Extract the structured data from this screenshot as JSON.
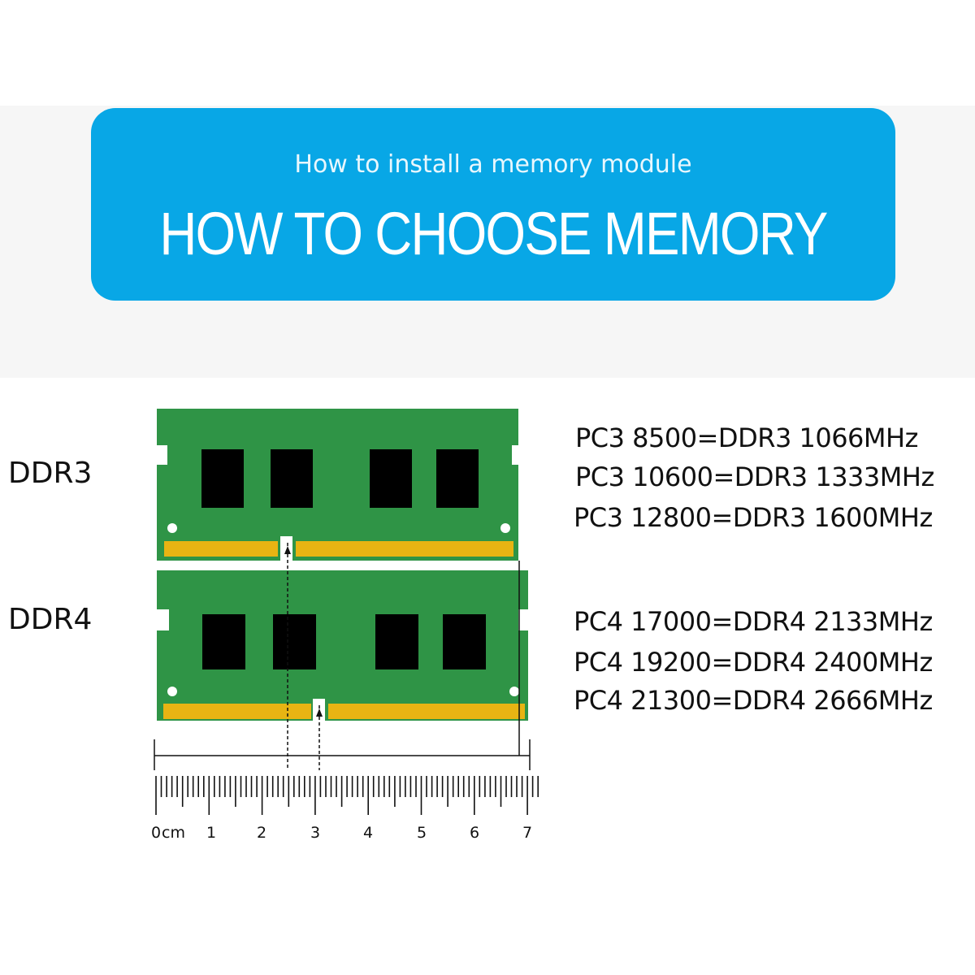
{
  "banner": {
    "subtitle": "How to install a memory module",
    "title": "HOW TO CHOOSE MEMORY"
  },
  "modules": [
    {
      "label": "DDR3",
      "specs": [
        "PC3 8500=DDR3 1066MHz",
        "PC3 10600=DDR3 1333MHz",
        "PC3 12800=DDR3 1600MHz"
      ]
    },
    {
      "label": "DDR4",
      "specs": [
        "PC4 17000=DDR4 2133MHz",
        "PC4 19200=DDR4 2400MHz",
        "PC4 21300=DDR4 2666MHz"
      ]
    }
  ],
  "ruler": {
    "unit": "cm",
    "labels": [
      "0",
      "1",
      "2",
      "3",
      "4",
      "5",
      "6",
      "7"
    ]
  },
  "colors": {
    "banner": "#08a7e6",
    "pcb": "#2f9446",
    "contacts": "#e8b413",
    "chip": "#000000"
  }
}
